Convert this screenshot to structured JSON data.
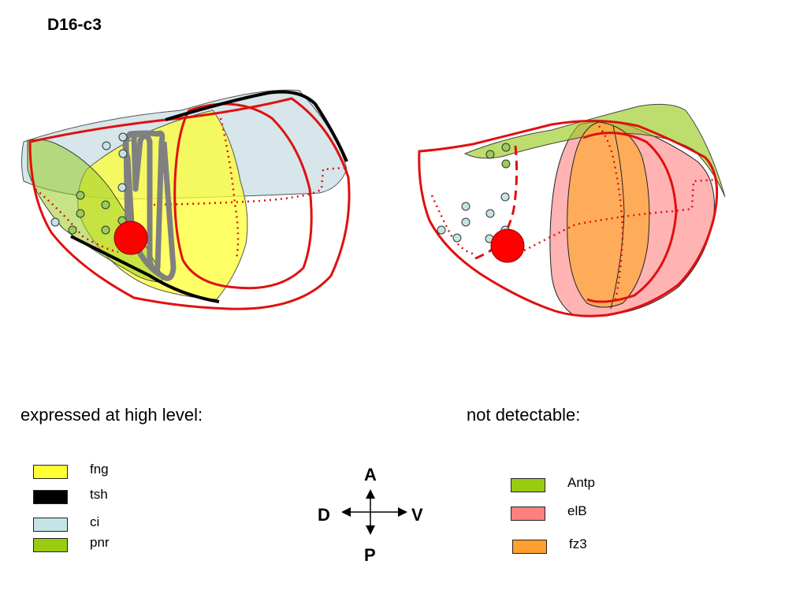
{
  "title": "D16-c3",
  "expressed_heading": "expressed at high level:",
  "not_detectable_heading": "not detectable:",
  "expressed_legend": [
    {
      "label": "fng",
      "color": "#ffff33"
    },
    {
      "label": "tsh",
      "color": "#000000"
    },
    {
      "label": "ci",
      "color": "#c4e3e6"
    },
    {
      "label": "pnr",
      "color": "#99cc11"
    }
  ],
  "not_detectable_legend": [
    {
      "label": "Antp",
      "color": "#99cc11"
    },
    {
      "label": "elB",
      "color": "#ff8080"
    },
    {
      "label": "fz3",
      "color": "#ffa030"
    }
  ],
  "compass": {
    "up": "A",
    "down": "P",
    "left": "D",
    "right": "V"
  },
  "colors": {
    "outline_red": "#e01010",
    "spot_red": "#ff0000",
    "ci_cell_fill": "#c4e3e6",
    "pnr_cell_fill": "#99cc55",
    "gray_track": "#808080"
  }
}
